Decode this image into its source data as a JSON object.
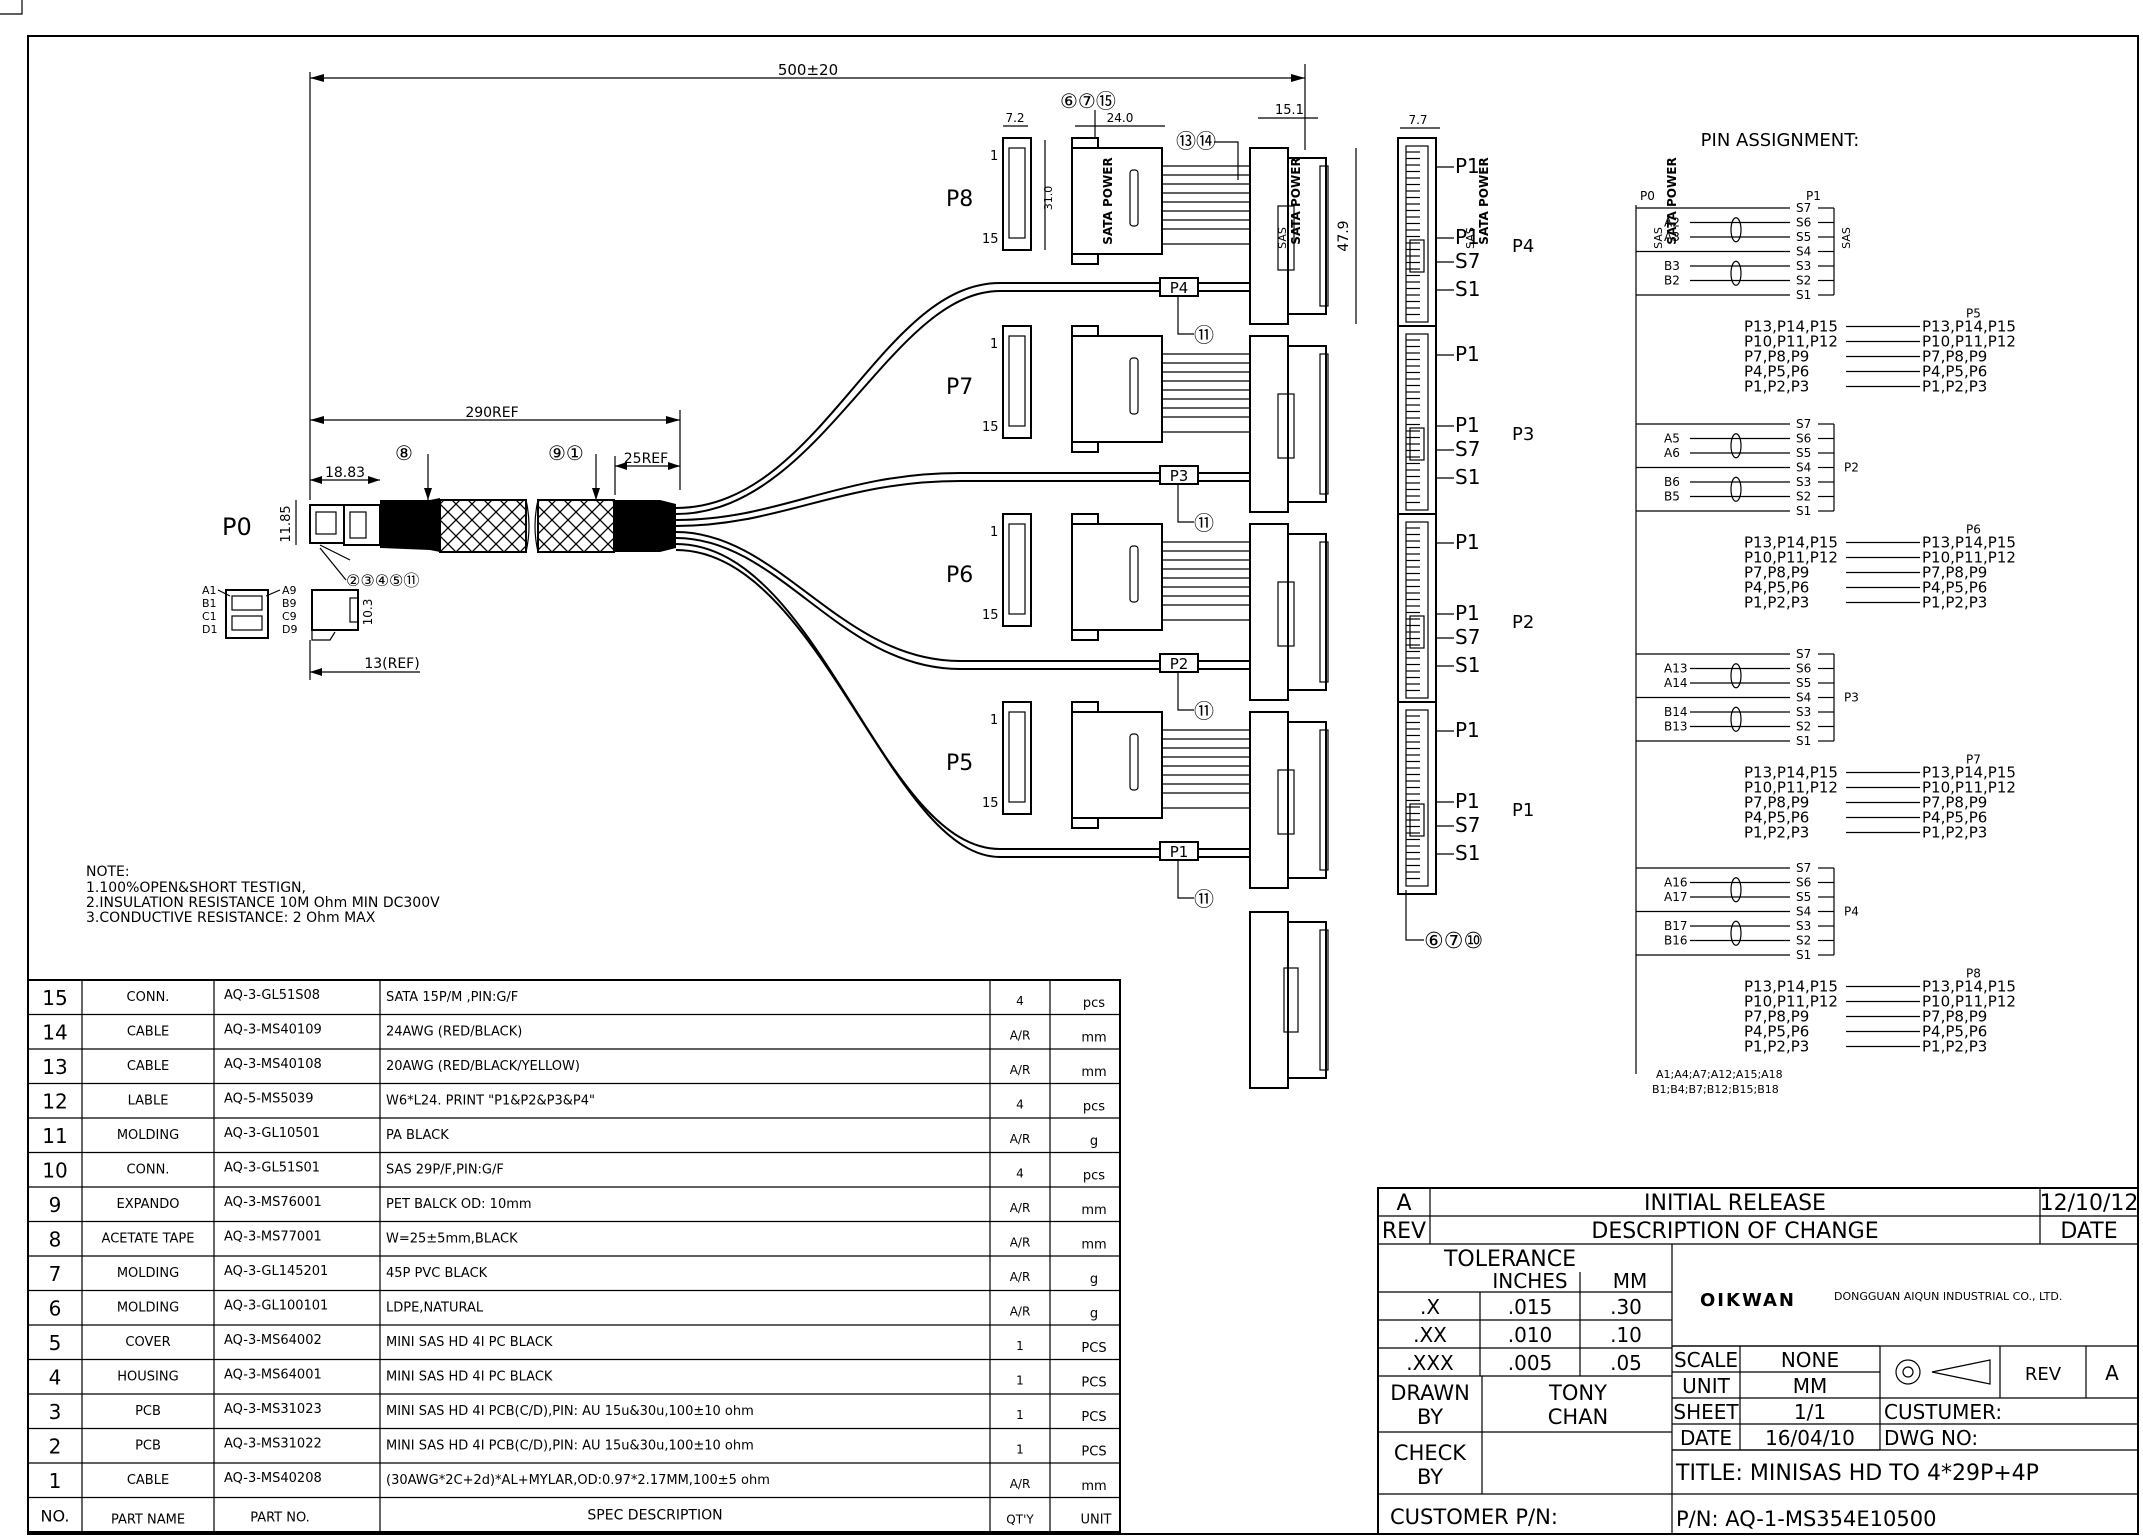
{
  "dimensions": {
    "total_length": "500±20",
    "ref_290": "290REF",
    "d_18_83": "18.83",
    "d_25ref": "25REF",
    "d_11_85": "11.85",
    "d_10_3": "10.3",
    "d_13ref": "13(REF)",
    "d_7_2": "7.2",
    "d_24": "24.0",
    "d_31": "31.0",
    "d_15_1": "15.1",
    "d_47_9": "47.9",
    "d_7_7": "7.7"
  },
  "balloons": {
    "b_6_7_15": "⑥⑦⑮",
    "b_13_14": "⑬⑭",
    "b_8": "⑧",
    "b_9_1": "⑨①",
    "b_2_3_4_5_11": "②③④⑤⑪",
    "b_11": "⑪",
    "b_6_7_10": "⑥⑦⑩"
  },
  "connectors": {
    "p0_label": "P0",
    "p0_pins": [
      "A1",
      "B1",
      "C1",
      "D1"
    ],
    "p0_pins_right": [
      "A9",
      "B9",
      "C9",
      "D9"
    ],
    "sata_power_text": "SATA POWER",
    "sas_text": "SAS",
    "pin_1": "1",
    "pin_15": "15",
    "power_labels": [
      "P8",
      "P7",
      "P6",
      "P5"
    ],
    "tag_labels": [
      "P4",
      "P3",
      "P2",
      "P1"
    ],
    "sas_side_labels": [
      "P4",
      "P3",
      "P2",
      "P1"
    ],
    "sas_pins": [
      "P1",
      "P1",
      "S7",
      "S1"
    ]
  },
  "notes": {
    "title": "NOTE:",
    "lines": [
      "1.100%OPEN&SHORT TESTIGN,",
      "2.INSULATION RESISTANCE 10M Ohm MIN DC300V",
      "3.CONDUCTIVE RESISTANCE: 2 Ohm MAX"
    ]
  },
  "pin_assignment": {
    "title": "PIN ASSIGNMENT:",
    "header_p0": "P0",
    "header_p1": "P1",
    "s_pins": [
      "S7",
      "S6",
      "S5",
      "S4",
      "S3",
      "S2",
      "S1"
    ],
    "groups": [
      {
        "port": "P1",
        "pairs": [
          "A2",
          "A3",
          "B3",
          "B2"
        ],
        "power": "P5"
      },
      {
        "port": "P2",
        "pairs": [
          "A5",
          "A6",
          "B6",
          "B5"
        ],
        "power": "P6"
      },
      {
        "port": "P3",
        "pairs": [
          "A13",
          "A14",
          "B14",
          "B13"
        ],
        "power": "P7"
      },
      {
        "port": "P4",
        "pairs": [
          "A16",
          "A17",
          "B17",
          "B16"
        ],
        "power": "P8"
      }
    ],
    "power_rows": [
      "P13,P14,P15",
      "P10,P11,P12",
      "P7,P8,P9",
      "P4,P5,P6",
      "P1,P2,P3"
    ],
    "ground_line1": "A1;A4;A7;A12;A15;A18",
    "ground_line2": "B1;B4;B7;B12;B15;B18"
  },
  "bom": {
    "header": {
      "no": "NO.",
      "name": "PART NAME",
      "part": "PART NO.",
      "spec": "SPEC DESCRIPTION",
      "qty": "QT'Y",
      "unit": "UNIT"
    },
    "rows": [
      {
        "no": "15",
        "name": "CONN.",
        "part": "AQ-3-GL51S08",
        "spec": "SATA 15P/M ,PIN:G/F",
        "qty": "4",
        "unit": "pcs"
      },
      {
        "no": "14",
        "name": "CABLE",
        "part": "AQ-3-MS40109",
        "spec": "24AWG (RED/BLACK)",
        "qty": "A/R",
        "unit": "mm"
      },
      {
        "no": "13",
        "name": "CABLE",
        "part": "AQ-3-MS40108",
        "spec": "20AWG (RED/BLACK/YELLOW)",
        "qty": "A/R",
        "unit": "mm"
      },
      {
        "no": "12",
        "name": "LABLE",
        "part": "AQ-5-MS5039",
        "spec": "W6*L24. PRINT \"P1&P2&P3&P4\"",
        "qty": "4",
        "unit": "pcs"
      },
      {
        "no": "11",
        "name": "MOLDING",
        "part": "AQ-3-GL10501",
        "spec": "PA BLACK",
        "qty": "A/R",
        "unit": "g"
      },
      {
        "no": "10",
        "name": "CONN.",
        "part": "AQ-3-GL51S01",
        "spec": "SAS 29P/F,PIN:G/F",
        "qty": "4",
        "unit": "pcs"
      },
      {
        "no": "9",
        "name": "EXPANDO",
        "part": "AQ-3-MS76001",
        "spec": "PET BALCK OD: 10mm",
        "qty": "A/R",
        "unit": "mm"
      },
      {
        "no": "8",
        "name": "ACETATE TAPE",
        "part": "AQ-3-MS77001",
        "spec": "W=25±5mm,BLACK",
        "qty": "A/R",
        "unit": "mm"
      },
      {
        "no": "7",
        "name": "MOLDING",
        "part": "AQ-3-GL145201",
        "spec": "45P PVC BLACK",
        "qty": "A/R",
        "unit": "g"
      },
      {
        "no": "6",
        "name": "MOLDING",
        "part": "AQ-3-GL100101",
        "spec": "LDPE,NATURAL",
        "qty": "A/R",
        "unit": "g"
      },
      {
        "no": "5",
        "name": "COVER",
        "part": "AQ-3-MS64002",
        "spec": "MINI SAS HD 4I PC BLACK",
        "qty": "1",
        "unit": "PCS"
      },
      {
        "no": "4",
        "name": "HOUSING",
        "part": "AQ-3-MS64001",
        "spec": "MINI SAS HD 4I PC BLACK",
        "qty": "1",
        "unit": "PCS"
      },
      {
        "no": "3",
        "name": "PCB",
        "part": "AQ-3-MS31023",
        "spec": "MINI SAS HD 4I PCB(C/D),PIN: AU 15u&30u,100±10 ohm",
        "qty": "1",
        "unit": "PCS"
      },
      {
        "no": "2",
        "name": "PCB",
        "part": "AQ-3-MS31022",
        "spec": "MINI SAS HD 4I PCB(C/D),PIN: AU 15u&30u,100±10 ohm",
        "qty": "1",
        "unit": "PCS"
      },
      {
        "no": "1",
        "name": "CABLE",
        "part": "AQ-3-MS40208",
        "spec": "(30AWG*2C+2d)*AL+MYLAR,OD:0.97*2.17MM,100±5 ohm",
        "qty": "A/R",
        "unit": "mm"
      }
    ]
  },
  "title_block": {
    "rev_letter": "A",
    "rev_description": "INITIAL RELEASE",
    "rev_date": "12/10/12",
    "rev_label": "REV",
    "desc_label": "DESCRIPTION OF CHANGE",
    "date_label": "DATE",
    "tolerance": "TOLERANCE",
    "inches": "INCHES",
    "mm": "MM",
    "tol_rows": [
      {
        "k": ".X",
        "in": ".015",
        "mm": ".30"
      },
      {
        "k": ".XX",
        "in": ".010",
        "mm": ".10"
      },
      {
        "k": ".XXX",
        "in": ".005",
        "mm": ".05"
      }
    ],
    "company_logo": "OIKWAN",
    "company_name": "DONGGUAN AIQUN INDUSTRIAL CO., LTD.",
    "scale_label": "SCALE",
    "scale_value": "NONE",
    "unit_label": "UNIT",
    "unit_value": "MM",
    "sheet_label": "SHEET",
    "sheet_value": "1/1",
    "date_label2": "DATE",
    "date_value": "16/04/10",
    "rev_label2": "REV",
    "rev_value": "A",
    "customer_label": "CUSTUMER:",
    "dwg_label": "DWG NO:",
    "drawn_label": "DRAWN BY",
    "drawn_value": "TONY CHAN",
    "check_label": "CHECK BY",
    "title": "TITLE: MINISAS HD TO 4*29P+4P",
    "customer_pn": "CUSTOMER P/N:",
    "pn": "P/N: AQ-1-MS354E10500"
  }
}
